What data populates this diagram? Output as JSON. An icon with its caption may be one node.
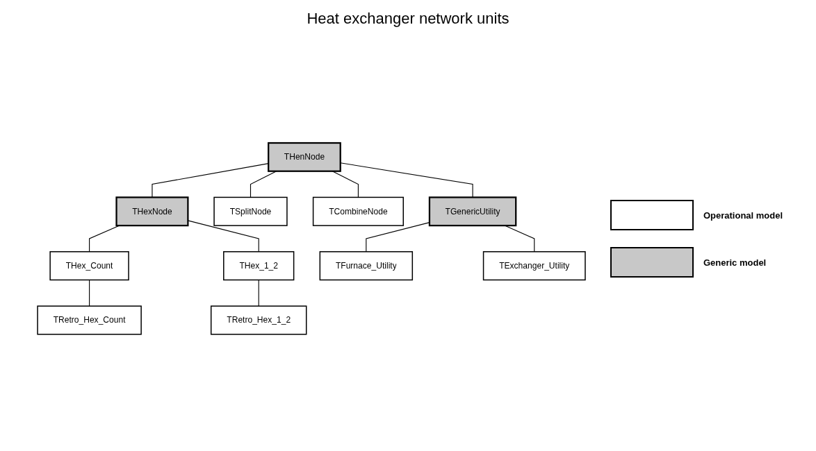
{
  "diagram": {
    "title": "Heat exchanger network units",
    "nodes": [
      {
        "text": [
          "THenNode"
        ]
      },
      {
        "text": [
          "THexNode"
        ]
      },
      {
        "text": [
          "TSplitNode"
        ]
      },
      {
        "text": [
          "TCombineNode"
        ]
      },
      {
        "text": [
          "TGenericUtility"
        ]
      },
      {
        "text": [
          "THex_Count"
        ]
      },
      {
        "text": [
          "THex_1_2"
        ]
      },
      {
        "text": [
          "TFurnace_Utility"
        ]
      },
      {
        "text": [
          "TExchanger_Utility"
        ]
      },
      {
        "text": [
          "TRetro_Hex_Count"
        ]
      },
      {
        "text": [
          "TRetro_Hex_1_2"
        ]
      }
    ],
    "edges": [
      {
        "from": 0,
        "to": 1,
        "arrow": "none"
      },
      {
        "from": 0,
        "to": 2,
        "arrow": "none"
      },
      {
        "from": 0,
        "to": 3,
        "arrow": "none"
      },
      {
        "from": 0,
        "to": 4,
        "arrow": "none"
      },
      {
        "from": 1,
        "to": 5,
        "arrow": "none"
      },
      {
        "from": 1,
        "to": 6,
        "arrow": "none"
      },
      {
        "from": 4,
        "to": 7,
        "arrow": "none"
      },
      {
        "from": 4,
        "to": 8,
        "arrow": "none"
      },
      {
        "from": 5,
        "to": 9,
        "arrow": "none"
      },
      {
        "from": 6,
        "to": 10,
        "arrow": "none"
      }
    ],
    "legend": [
      {
        "text": "Operational model",
        "color": "#ffffff"
      },
      {
        "text": "Generic model",
        "color": "#c8c8c8"
      }
    ]
  }
}
